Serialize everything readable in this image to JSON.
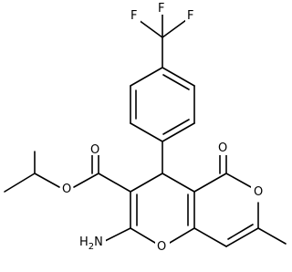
{
  "molecule": {
    "atoms": {
      "F1": "F",
      "F2": "F",
      "F3": "F",
      "O_ester_carbonyl": "O",
      "O_ester": "O",
      "O_lactone_carbonyl": "O",
      "O_lactone_ring": "O",
      "N": "H2N",
      "O_pyran": "O"
    }
  }
}
